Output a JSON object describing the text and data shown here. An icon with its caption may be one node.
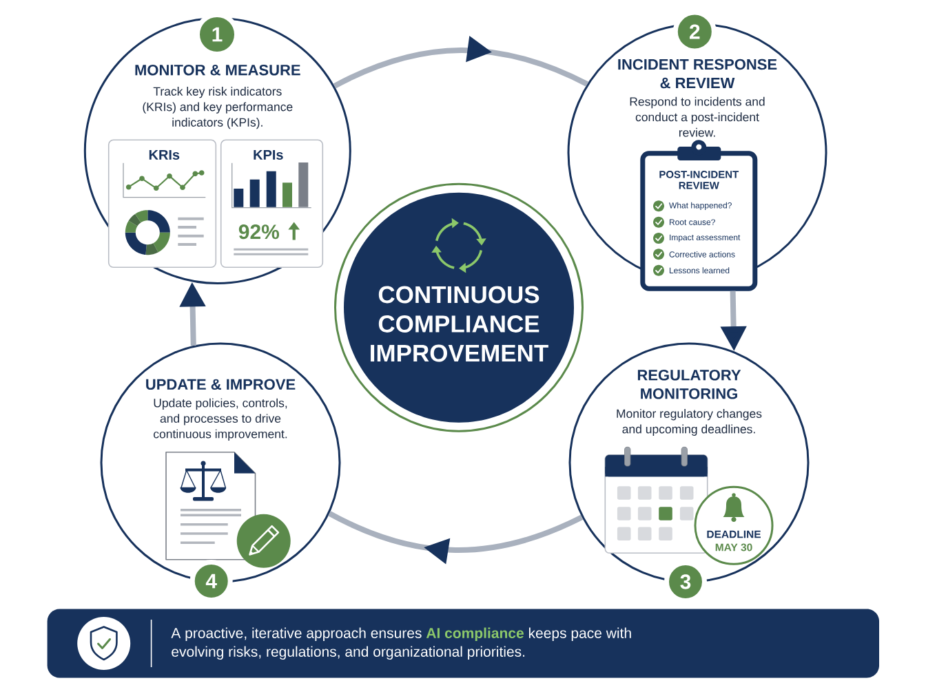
{
  "diagram": {
    "nodes": [
      {
        "text": [
          "MONITOR & MEASURE",
          "Track key risk indicators (KRIs) and key performance indicators (KPIs)."
        ]
      },
      {
        "text": [
          "1"
        ]
      },
      {
        "text": [
          "KRIs"
        ],
        "in": 0
      },
      {
        "text": [
          "KPIs",
          "92%"
        ],
        "in": 0
      },
      {
        "text": [
          "INCIDENT RESPONSE & REVIEW",
          "Respond to incidents and conduct a post-incident review."
        ]
      },
      {
        "text": [
          "2"
        ]
      },
      {
        "text": [
          "POST-INCIDENT REVIEW",
          "What happened?",
          "Root cause?",
          "Impact assessment",
          "Corrective actions",
          "Lessons learned"
        ],
        "in": 4
      },
      {
        "text": [
          "REGULATORY MONITORING",
          "Monitor regulatory changes and upcoming deadlines."
        ]
      },
      {
        "text": [
          "DEADLINE",
          "MAY 30"
        ],
        "in": 7
      },
      {
        "text": [
          "3"
        ]
      },
      {
        "text": [
          "UPDATE & IMPROVE",
          "Update policies, controls, and processes to drive continuous improvement."
        ]
      },
      {
        "text": [
          "4"
        ]
      },
      {
        "text": [
          "CONTINUOUS COMPLIANCE IMPROVEMENT"
        ]
      },
      {
        "text": [
          "A proactive, iterative approach ensures **AI compliance** keeps pace with evolving risks, regulations, and organizational priorities."
        ]
      }
    ],
    "edges": [
      {
        "from": 0,
        "to": 4,
        "arrow": "to"
      },
      {
        "from": 6,
        "to": 7,
        "arrow": "to"
      },
      {
        "from": 7,
        "to": 10,
        "arrow": "to"
      },
      {
        "from": 10,
        "to": 0,
        "arrow": "to"
      }
    ]
  }
}
